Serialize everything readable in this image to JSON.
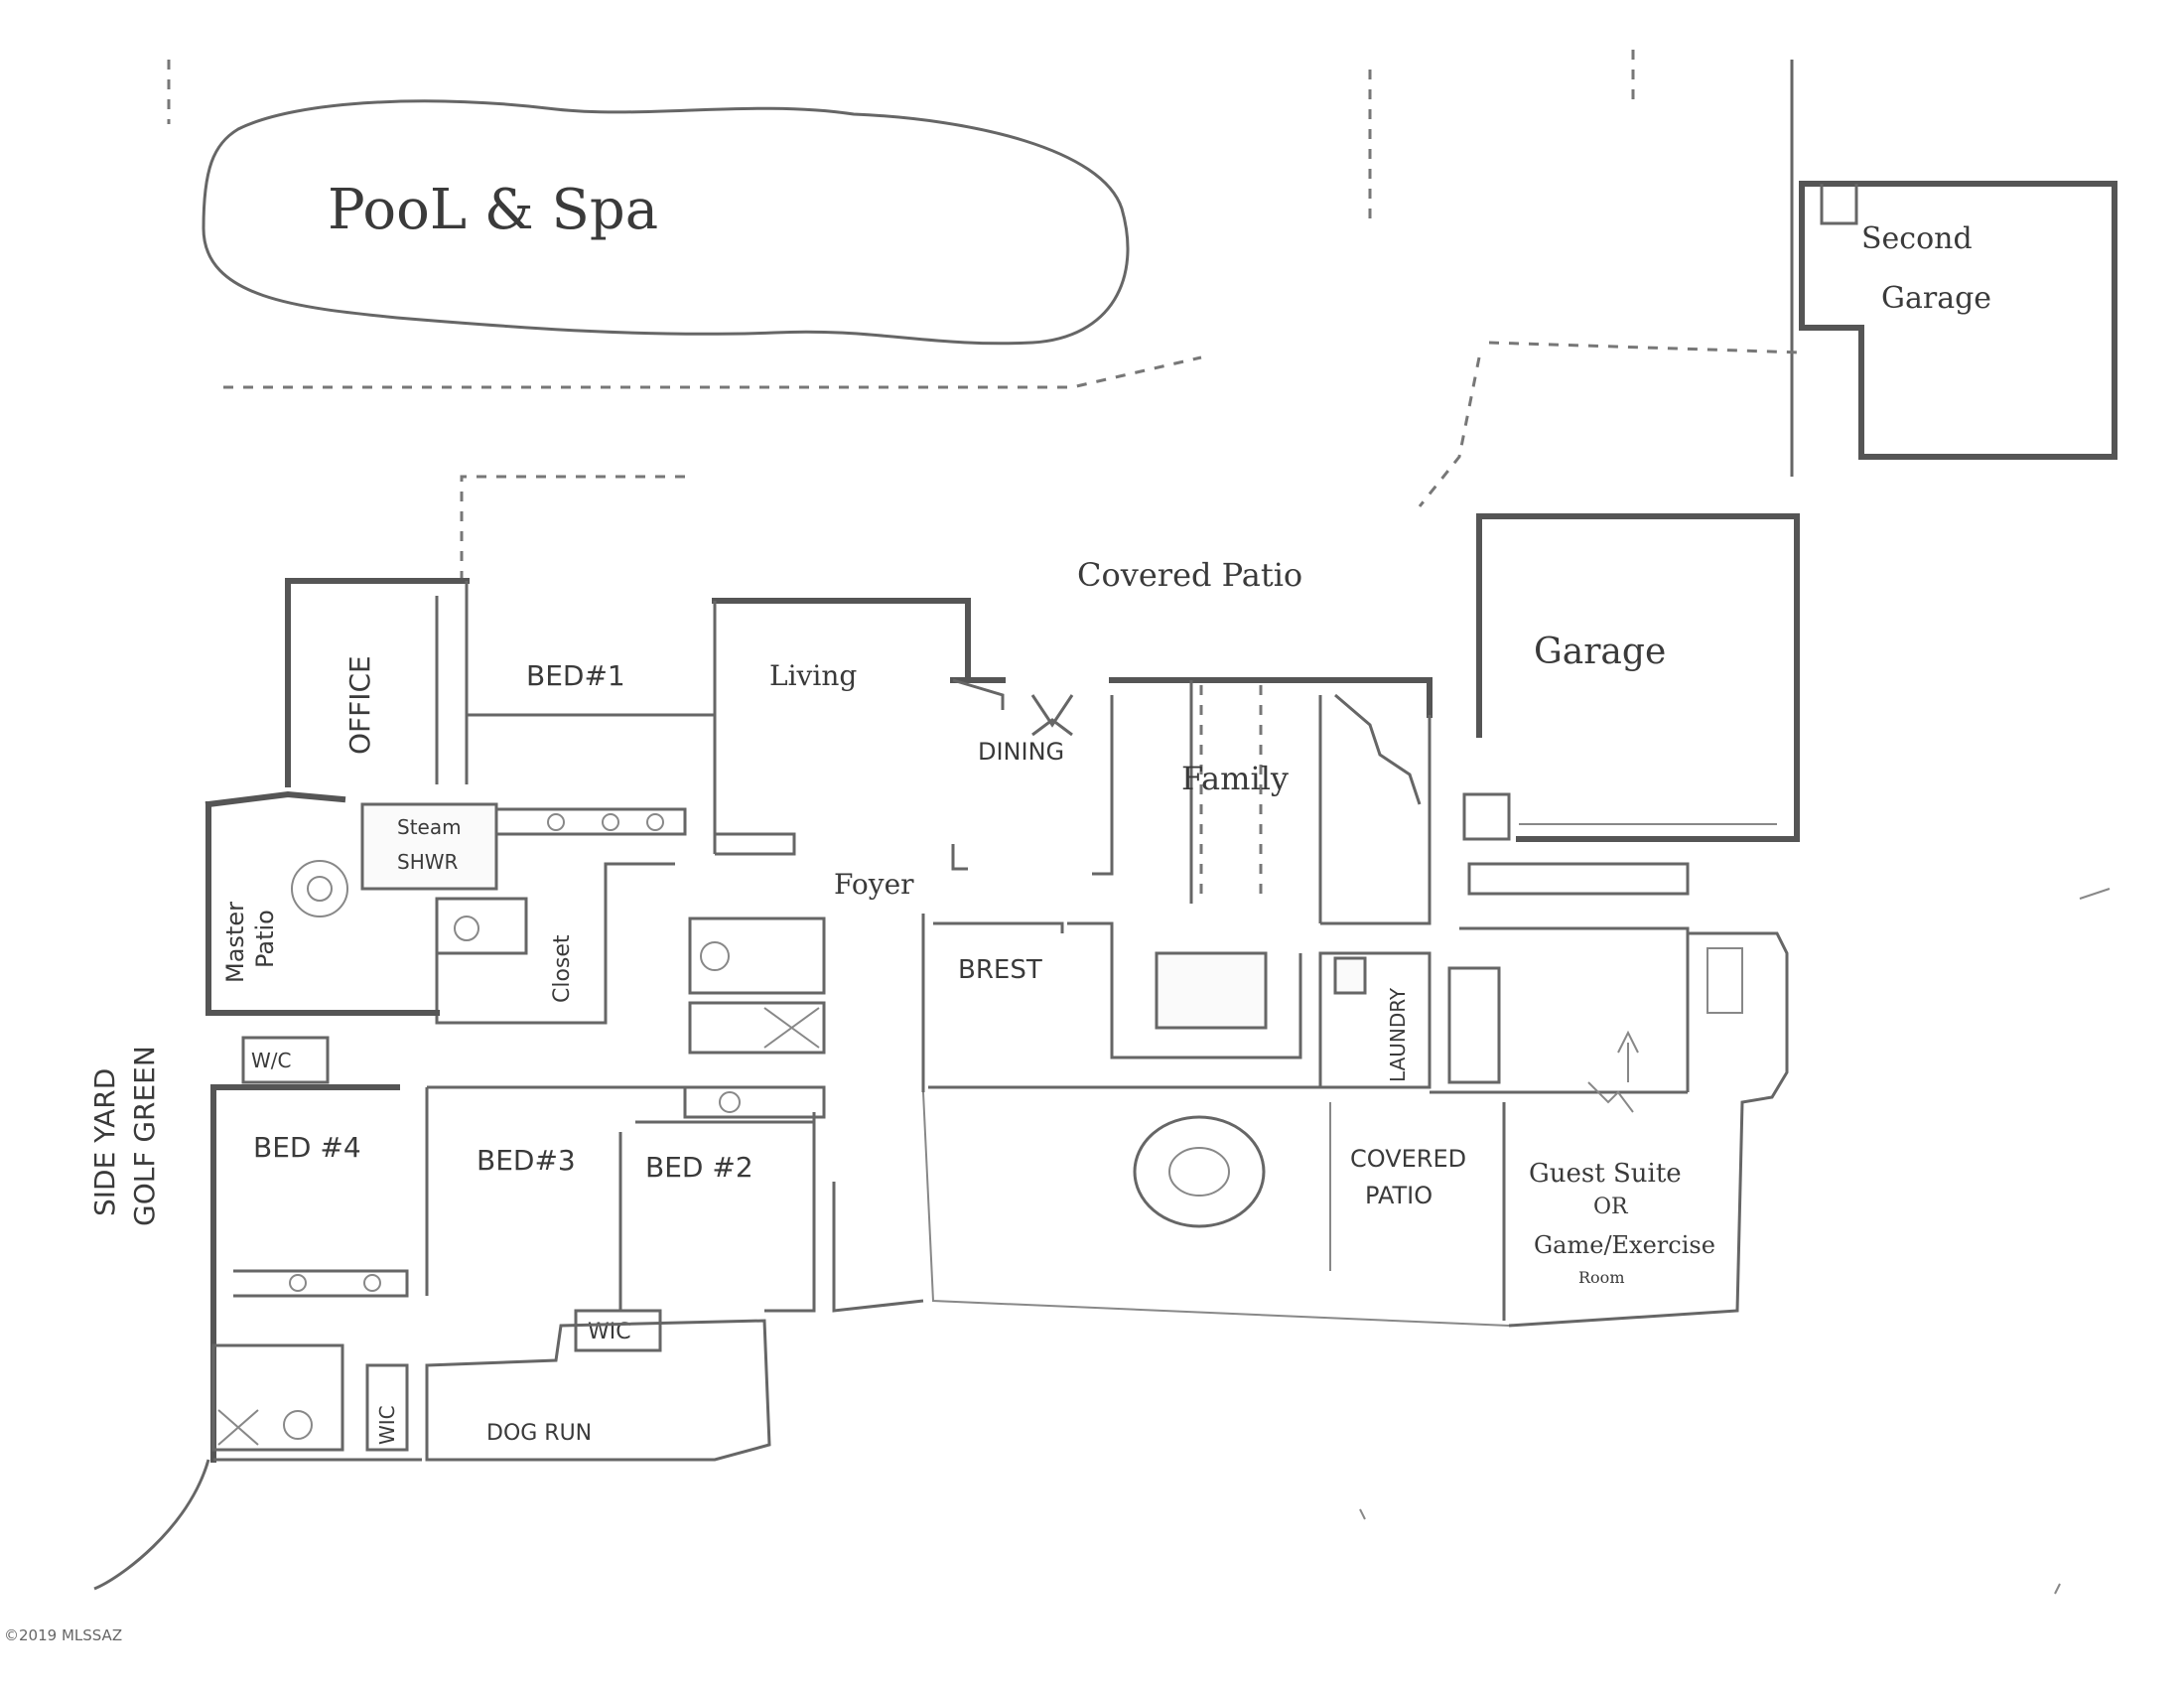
{
  "plan": {
    "labels": {
      "pool": "PooL & Spa",
      "second_garage_1": "Second",
      "second_garage_2": "Garage",
      "covered_patio_top": "Covered Patio",
      "garage": "Garage",
      "office": "OFFICE",
      "bed1": "BED#1",
      "living": "Living",
      "dining": "DINING",
      "family": "Family",
      "steam_shower_1": "Steam",
      "steam_shower_2": "SHWR",
      "master_patio_1": "Master",
      "master_patio_2": "Patio",
      "closet": "Closet",
      "foyer": "Foyer",
      "breast": "BREST",
      "laundry": "LAUNDRY",
      "wic_1": "W/C",
      "wic_2": "WIC",
      "wic_3": "WIC",
      "side_yard_1": "SIDE YARD",
      "side_yard_2": "GOLF GREEN",
      "bed4": "BED #4",
      "bed3": "BED#3",
      "bed2": "BED #2",
      "covered_patio_1": "COVERED",
      "covered_patio_2": "PATIO",
      "guest_1": "Guest Suite",
      "guest_2": "OR",
      "guest_3": "Game/Exercise",
      "guest_4": "Room",
      "dog_run": "DOG RUN"
    }
  },
  "footer": {
    "copyright": "©2019 MLSSAZ"
  }
}
